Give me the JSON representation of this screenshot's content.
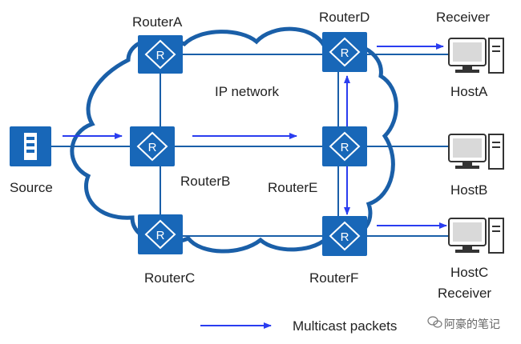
{
  "diagram": {
    "network_label": "IP network",
    "legend_label": "Multicast packets",
    "watermark": "阿豪的笔记",
    "colors": {
      "router_fill": "#1867b8",
      "link": "#1a5fa8",
      "multicast_arrow": "#2a3df0",
      "cloud_stroke": "#1a5fa8",
      "host_screen": "#d9d9d9"
    },
    "routers": [
      {
        "id": "A",
        "label": "RouterA"
      },
      {
        "id": "B",
        "label": "RouterB"
      },
      {
        "id": "C",
        "label": "RouterC"
      },
      {
        "id": "D",
        "label": "RouterD"
      },
      {
        "id": "E",
        "label": "RouterE"
      },
      {
        "id": "F",
        "label": "RouterF"
      }
    ],
    "source": {
      "label": "Source"
    },
    "hosts": [
      {
        "id": "A",
        "label": "HostA",
        "role": "Receiver"
      },
      {
        "id": "B",
        "label": "HostB",
        "role": ""
      },
      {
        "id": "C",
        "label": "HostC",
        "role": "Receiver"
      }
    ],
    "router_glyph": "R"
  }
}
